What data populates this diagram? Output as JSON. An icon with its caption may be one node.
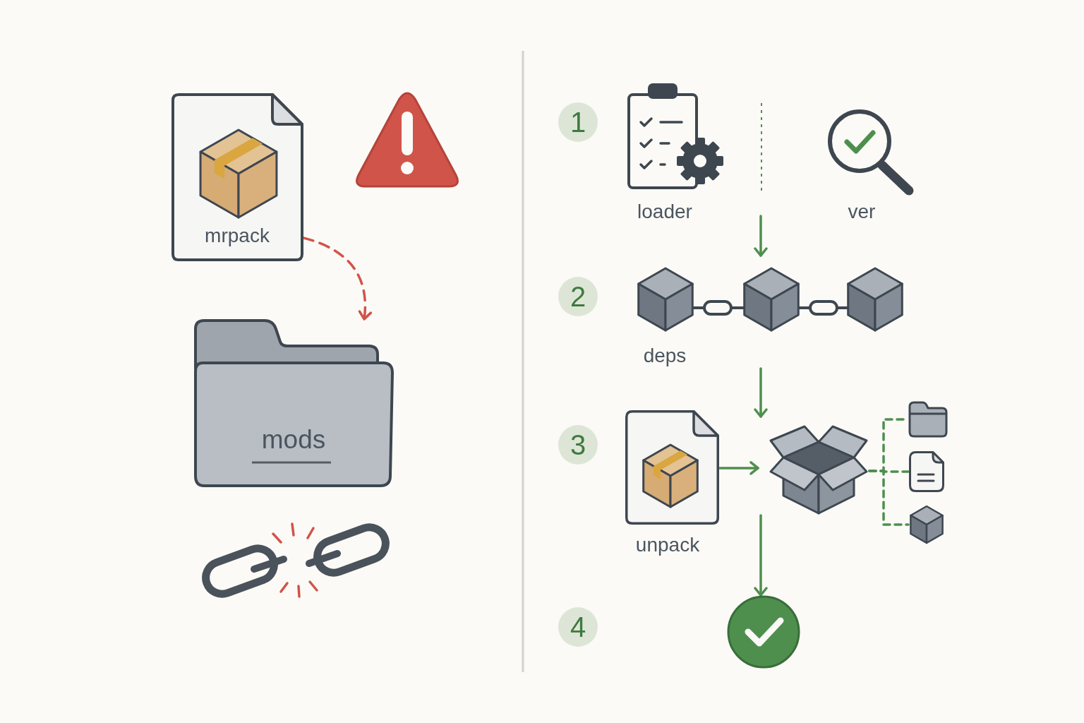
{
  "diagram": {
    "nodes": [
      {
        "text": [
          "mrpack"
        ]
      },
      {
        "text": [
          "mods"
        ]
      },
      {
        "text": [
          "1"
        ]
      },
      {
        "text": [
          "loader"
        ]
      },
      {
        "text": [
          "ver"
        ]
      },
      {
        "text": [
          "2"
        ]
      },
      {
        "text": [
          "deps"
        ]
      },
      {
        "text": [
          "3"
        ]
      },
      {
        "text": [
          "unpack"
        ]
      },
      {
        "text": [],
        "shape": "picture"
      },
      {
        "text": [],
        "shape": "picture"
      },
      {
        "text": [],
        "shape": "picture"
      },
      {
        "text": [],
        "shape": "picture"
      },
      {
        "text": [
          "4"
        ]
      },
      {
        "text": [],
        "shape": "circle"
      }
    ],
    "edges": [
      {
        "from": 0,
        "to": 1,
        "arrow": "to",
        "style": "dashed",
        "color": "#d0544a"
      },
      {
        "from": null,
        "to": 6,
        "arrow": "to"
      },
      {
        "from": 6,
        "to": 9,
        "arrow": "to"
      },
      {
        "from": 9,
        "to": 14,
        "arrow": "to"
      },
      {
        "from": 8,
        "to": 9,
        "arrow": "to"
      },
      {
        "from": 9,
        "to": 10,
        "arrow": "none",
        "style": "dashed"
      },
      {
        "from": 9,
        "to": 11,
        "arrow": "none",
        "style": "dashed"
      },
      {
        "from": 9,
        "to": 12,
        "arrow": "none",
        "style": "dashed"
      }
    ]
  }
}
